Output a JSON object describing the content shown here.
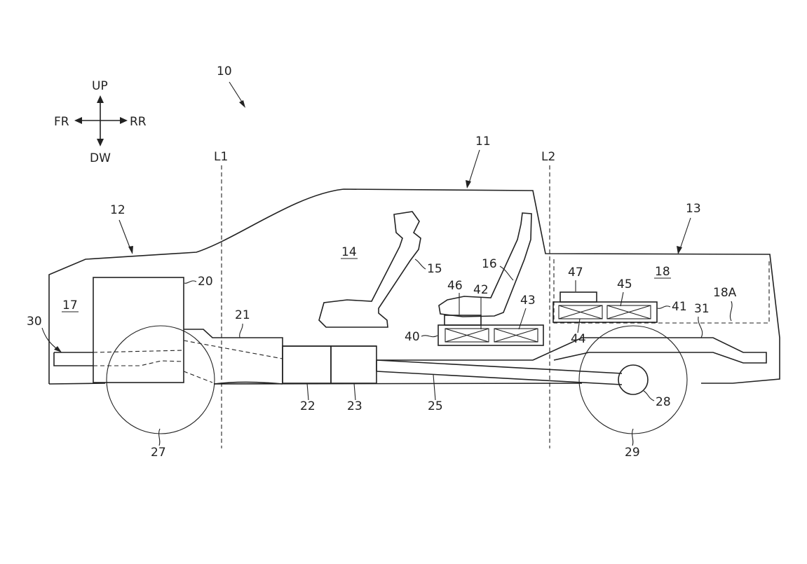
{
  "directions": {
    "up": "UP",
    "down": "DW",
    "front": "FR",
    "rear": "RR"
  },
  "lines": {
    "l1": "L1",
    "l2": "L2"
  },
  "refs": {
    "r10": "10",
    "r11": "11",
    "r12": "12",
    "r13": "13",
    "r14": "14",
    "r15": "15",
    "r16": "16",
    "r17": "17",
    "r18": "18",
    "r18a": "18A",
    "r20": "20",
    "r21": "21",
    "r22": "22",
    "r23": "23",
    "r25": "25",
    "r27": "27",
    "r28": "28",
    "r29": "29",
    "r30": "30",
    "r31": "31",
    "r40": "40",
    "r41": "41",
    "r42": "42",
    "r43": "43",
    "r44": "44",
    "r45": "45",
    "r46": "46",
    "r47": "47"
  }
}
